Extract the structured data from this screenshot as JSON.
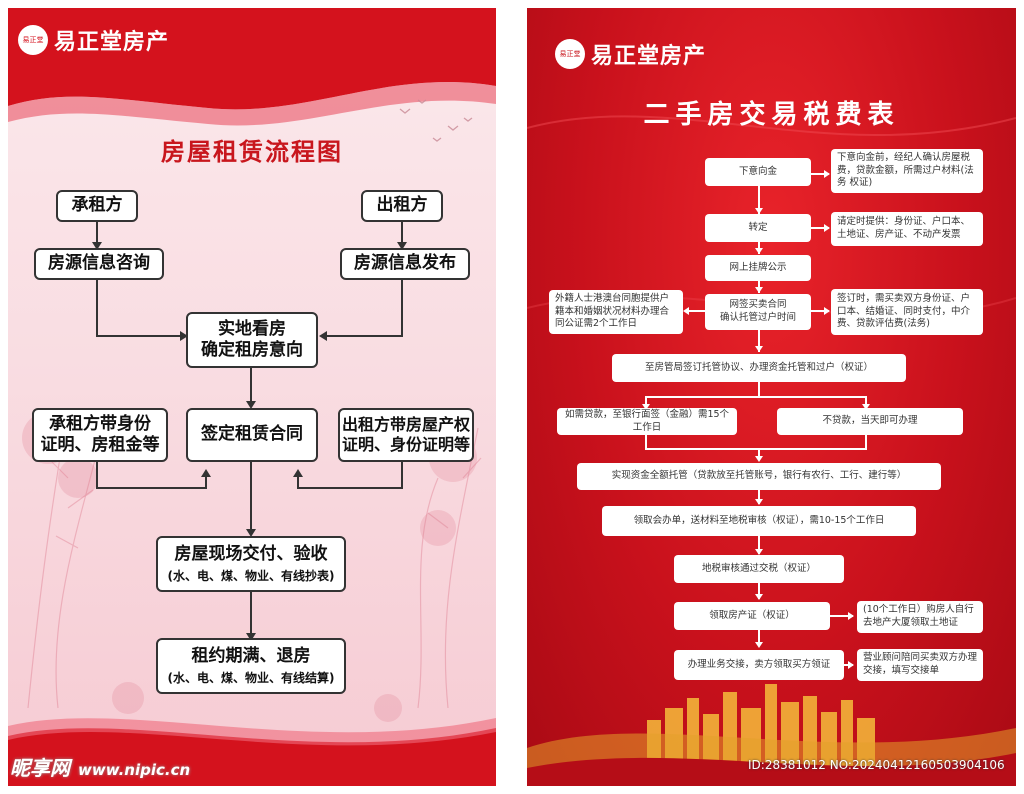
{
  "left_poster": {
    "brand": {
      "name": "易正堂房产",
      "seal_text": "易正堂"
    },
    "title": "房屋租赁流程图",
    "nodes": {
      "tenant": "承租方",
      "landlord": "出租方",
      "tenant_consult": "房源信息咨询",
      "landlord_publish": "房源信息发布",
      "viewing_line1": "实地看房",
      "viewing_line2": "确定租房意向",
      "tenant_docs_line1": "承租方带身份",
      "tenant_docs_line2": "证明、房租金等",
      "sign_contract": "签定租赁合同",
      "landlord_docs_line1": "出租方带房屋产权",
      "landlord_docs_line2": "证明、身份证明等",
      "handover_main": "房屋现场交付、验收",
      "handover_sub": "(水、电、煤、物业、有线抄表)",
      "expiry_main": "租约期满、退房",
      "expiry_sub": "(水、电、煤、物业、有线结算)"
    },
    "watermark": {
      "logo": "昵享网",
      "url": "www.nipic.cn"
    }
  },
  "right_poster": {
    "brand": {
      "name": "易正堂房产",
      "seal_text": "易正堂"
    },
    "title": "二手房交易税费表",
    "steps": {
      "deposit": "下意向金",
      "transfer": "转定",
      "online_listing": "网上挂牌公示",
      "online_sign_line1": "网签买卖合同",
      "online_sign_line2": "确认托管过户时间",
      "housing_bureau": "至房管局签订托管协议、办理资金托管和过户（权证）",
      "loan": "如需贷款，至银行面签（金融）需15个工作日",
      "no_loan": "不贷款，当天即可办理",
      "escrow": "实现资金全额托管（贷款放至托管账号，银行有农行、工行、建行等）",
      "receipt": "领取会办单，送材料至地税审核（权证），需10-15个工作日",
      "tax_approved": "地税审核通过交税（权证）",
      "get_certificate": "领取房产证（权证）",
      "handover": "办理业务交接，卖方领取买方领证"
    },
    "notes": {
      "deposit_note": "下意向金前，经纪人确认房屋税费，贷款金额，所需过户材料(法务 权证)",
      "transfer_note": "请定时提供：身份证、户口本、土地证、房产证、不动产发票",
      "foreign_note": "外籍人士港澳台同胞提供户籍本和婚姻状况材料办理合同公证需2个工作日",
      "sign_note": "签订时，需买卖双方身份证、户口本、结婚证、同时支付，中介费、贷款评估费(法务)",
      "certificate_note": "(10个工作日）购房人自行去地产大厦领取土地证",
      "handover_note": "营业顾问陪同买卖双方办理交接，填写交接单"
    },
    "image_id": "ID:28381012 NO:20240412160503904106"
  }
}
